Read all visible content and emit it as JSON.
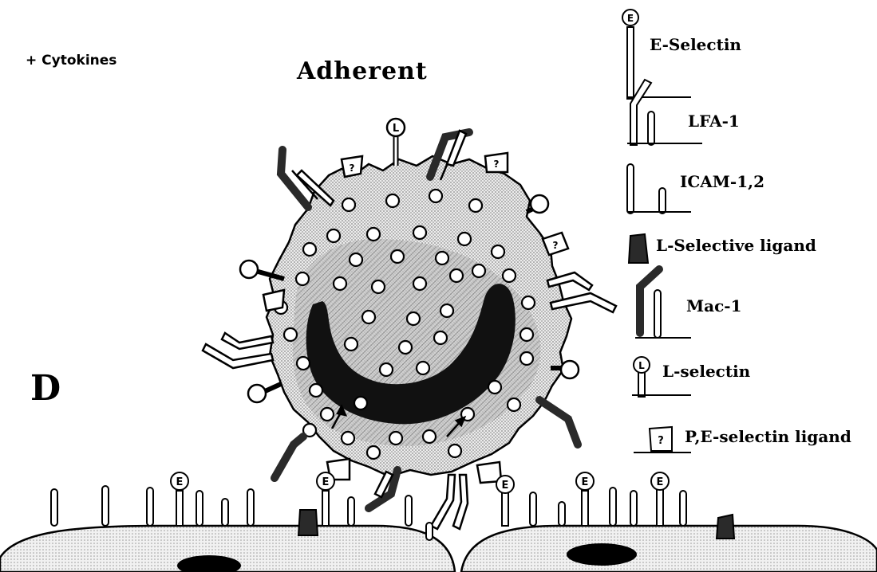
{
  "labels": {
    "stimulus": "+ Cytokines",
    "state": "Adherent",
    "panel": "D"
  },
  "legend": [
    {
      "label": "E-Selectin",
      "icon": "e-selectin-icon"
    },
    {
      "label": "LFA-1",
      "icon": "lfa-1-icon"
    },
    {
      "label": "ICAM-1,2",
      "icon": "icam-icon"
    },
    {
      "label": "L-Selective ligand",
      "icon": "l-selective-ligand-icon"
    },
    {
      "label": "Mac-1",
      "icon": "mac-1-icon"
    },
    {
      "label": "L-selectin",
      "icon": "l-selectin-icon"
    },
    {
      "label": "P,E-selectin ligand",
      "icon": "pe-selectin-ligand-icon"
    }
  ],
  "glyphs": {
    "e": "E",
    "l": "L",
    "q": "?"
  },
  "colors": {
    "ink": "#000000",
    "cell_fill": "#d6d6d6",
    "endothelium_fill": "#e3e3e3",
    "dark_receptor": "#2a2a2a"
  }
}
